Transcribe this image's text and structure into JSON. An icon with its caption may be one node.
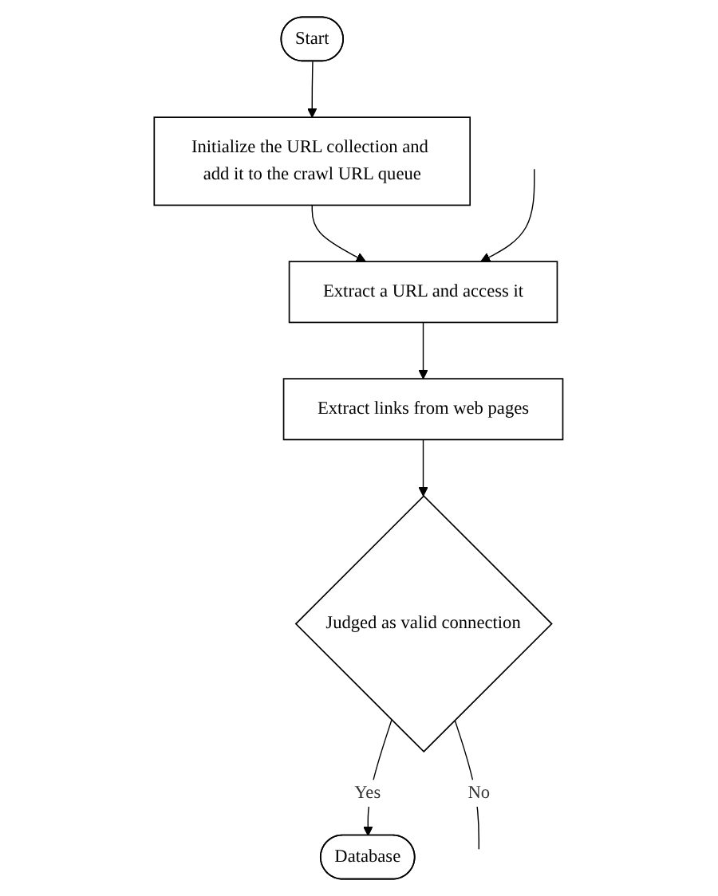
{
  "diagram": {
    "nodes": [
      {
        "text": [
          "Start"
        ]
      },
      {
        "text": [
          "Initialize the URL collection and add it to the crawl URL queue"
        ]
      },
      {
        "text": [
          "Extract a URL and access it"
        ]
      },
      {
        "text": [
          "Extract links from web pages"
        ]
      },
      {
        "text": [
          "Judged as valid connection"
        ]
      },
      {
        "text": [
          "Database"
        ]
      }
    ],
    "edges": [
      {
        "from": 0,
        "to": 1,
        "arrow": "to"
      },
      {
        "from": 1,
        "to": 2,
        "arrow": "to"
      },
      {
        "from": 2,
        "to": 3,
        "arrow": "to"
      },
      {
        "from": 3,
        "to": 4,
        "arrow": "to"
      },
      {
        "from": 4,
        "to": 5,
        "arrow": "to",
        "label": "Yes"
      },
      {
        "from": 4,
        "to": null,
        "arrow": "none",
        "label": "No"
      },
      {
        "from": null,
        "to": 2,
        "arrow": "to"
      }
    ]
  }
}
